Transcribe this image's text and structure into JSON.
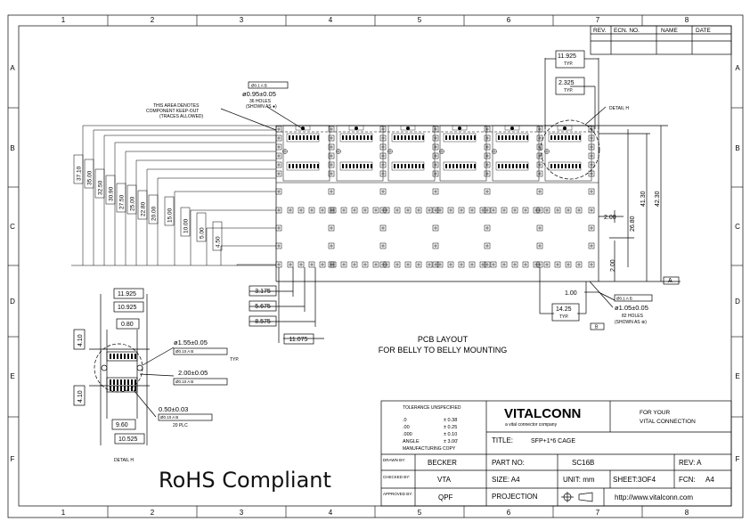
{
  "zones": {
    "cols": [
      "1",
      "2",
      "3",
      "4",
      "5",
      "6",
      "7",
      "8"
    ],
    "rows": [
      "A",
      "B",
      "C",
      "D",
      "E",
      "F"
    ]
  },
  "revision_table": {
    "headers": [
      "REV.",
      "ECN. NO.",
      "NAME",
      "DATE"
    ]
  },
  "callouts": {
    "keepout": [
      "THIS AREA DENOTES",
      "COMPONENT KEEP-OUT",
      "(TRACES ALLOWED)"
    ],
    "top_tolerance": "Ø0.1 A B",
    "top_hole_diameter": "ø0.95±0.05",
    "top_hole_count": "36 HOLES",
    "top_hole_shown": "(SHOWN AS ●)",
    "detail_h_callout": "DETAIL H",
    "dim_11925_typ": "11.925",
    "dim_2325_typ": "2.325",
    "typ": "TYP.",
    "right_tolerance": "Ø0.1 A B",
    "right_hole_diameter": "ø1.05±0.05",
    "right_hole_count": "82 HOLES",
    "right_hole_shown": "(SHOWN AS ⊕)",
    "dim_1425_typ": "14.25",
    "dim_100": "1.00",
    "datum_a": "A",
    "datum_b": "B"
  },
  "left_dimensions": [
    "37.10",
    "35.00",
    "32.50",
    "30.90",
    "27.50",
    "25.00",
    "22.80",
    "20.00",
    "15.00",
    "10.00",
    "5.00",
    "4.50"
  ],
  "bottom_dimensions": [
    "3.175",
    "5.675",
    "8.575",
    "11.075"
  ],
  "right_dimensions": [
    "2.00",
    "26.80",
    "41.30",
    "42.30",
    "2.00"
  ],
  "pcb_layout": {
    "line1": "PCB LAYOUT",
    "line2": "FOR BELLY TO BELLY MOUNTING"
  },
  "detail_h": {
    "dims": [
      "11.925",
      "10.925",
      "0.80",
      "4.10",
      "4.10",
      "9.60",
      "10.525"
    ],
    "hole1": "ø1.55±0.05",
    "hole1_tol": "Ø0.10 A B",
    "typ": "TYP.",
    "dim2": "2.00±0.05",
    "dim2_tol": "Ø0.10 A B",
    "dim3": "0.50±0.03",
    "dim3_tol": "Ø0.10 A B",
    "dim3_note": "20 PLC",
    "title": "DETAIL H"
  },
  "title_block": {
    "tolerance_title": "TOLERANCE UNSPECIFIED",
    "tolerances": [
      {
        "label": ".0",
        "value": "± 0.38"
      },
      {
        "label": ".00",
        "value": "± 0.25"
      },
      {
        "label": ".000",
        "value": "± 0.10"
      },
      {
        "label": "ANGLE",
        "value": "± 3.00'"
      }
    ],
    "manufacturing_copy": "MANUFACTURING  COPY",
    "brand": "VITALCONN",
    "brand_sub": "a vital connector company",
    "slogan1": "FOR YOUR",
    "slogan2": "VITAL CONNECTION",
    "title_label": "TITLE:",
    "title_value": "SFP+1*6 CAGE",
    "drawn_label": "DRAWN BY:",
    "drawn_by": "BECKER",
    "checked_label": "CHECKED BY:",
    "checked_by": "VTA",
    "approved_label": "APPROVED BY:",
    "approved_by": "QPF",
    "part_no_label": "PART NO:",
    "part_no": "SC16B",
    "rev": "REV: A",
    "size": "SIZE: A4",
    "unit": "UNIT: mm",
    "sheet": "SHEET:3OF4",
    "fcn_label": "FCN:",
    "fcn": "A4",
    "projection": "PROJECTION",
    "website": "http://www.vitalconn.com"
  },
  "rohs": "RoHS Compliant"
}
